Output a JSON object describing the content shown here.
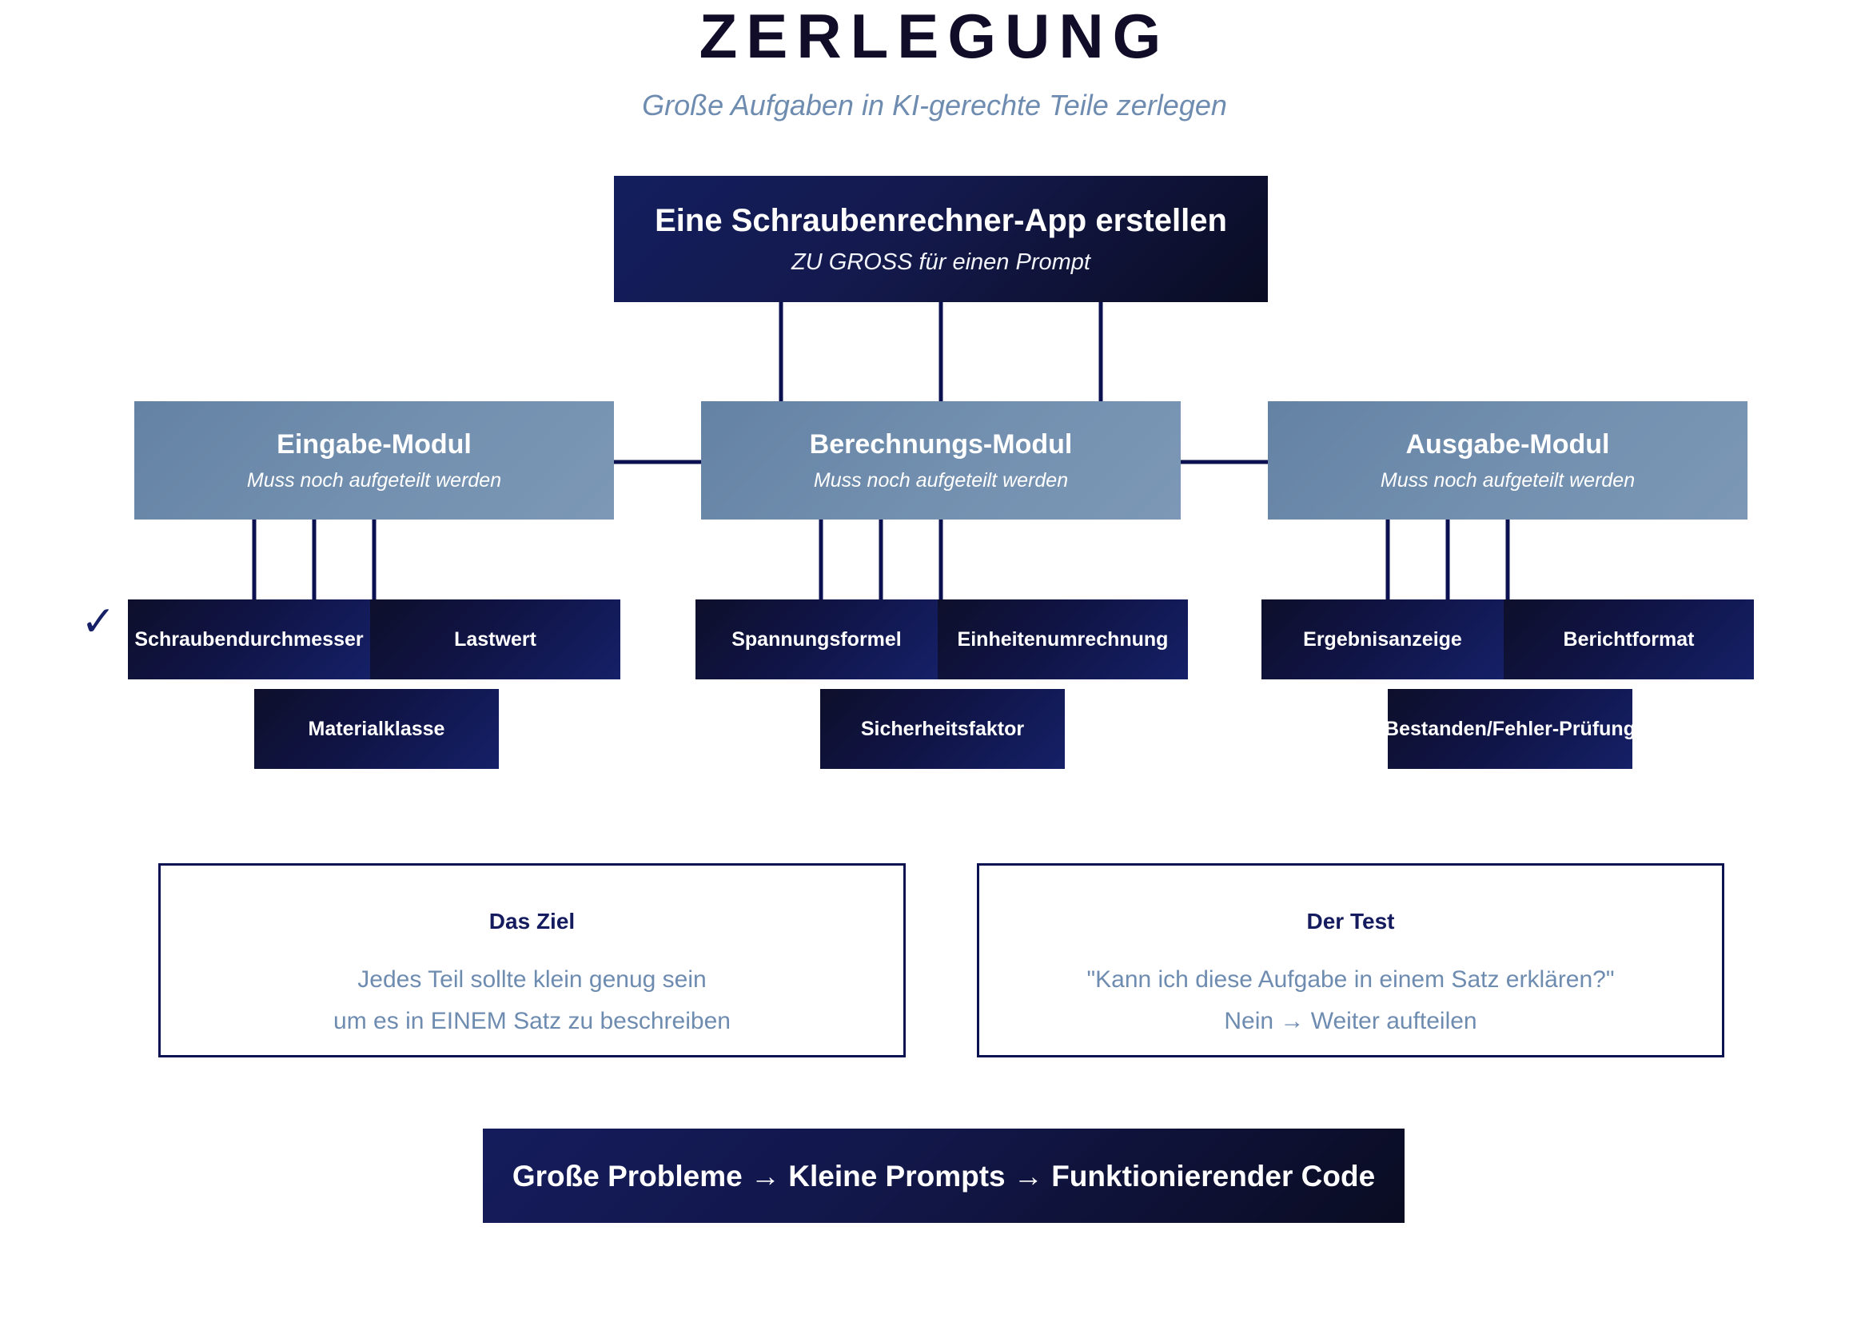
{
  "header": {
    "title": "ZERLEGUNG",
    "subtitle": "Große Aufgaben in KI-gerechte Teile zerlegen"
  },
  "root": {
    "title": "Eine Schraubenrechner-App erstellen",
    "subtitle": "ZU GROSS für einen Prompt"
  },
  "modules": [
    {
      "title": "Eingabe-Modul",
      "subtitle": "Muss noch aufgeteilt werden",
      "leaves_row1": [
        "Schraubendurchmesser",
        "Lastwert"
      ],
      "leaves_row2": [
        "Materialklasse"
      ]
    },
    {
      "title": "Berechnungs-Modul",
      "subtitle": "Muss noch aufgeteilt werden",
      "leaves_row1": [
        "Spannungsformel",
        "Einheitenumrechnung"
      ],
      "leaves_row2": [
        "Sicherheitsfaktor"
      ]
    },
    {
      "title": "Ausgabe-Modul",
      "subtitle": "Muss noch aufgeteilt werden",
      "leaves_row1": [
        "Ergebnisanzeige",
        "Berichtformat"
      ],
      "leaves_row2": [
        "Bestanden/Fehler-Prüfung"
      ]
    }
  ],
  "marker": {
    "check": "✓"
  },
  "info_panels": [
    {
      "heading": "Das Ziel",
      "line1": "Jedes Teil sollte klein genug sein",
      "line2": "um es in EINEM Satz zu beschreiben"
    },
    {
      "heading": "Der Test",
      "line1": "\"Kann ich diese Aufgabe in einem Satz erklären?\"",
      "line2": "Nein → Weiter aufteilen"
    }
  ],
  "summary": {
    "text": "Große Probleme → Kleine Prompts → Funktionierender Code"
  },
  "colors": {
    "navy_dark": "#0b1350",
    "navy_title": "#110d28",
    "steel_blue": "#6e8bb0",
    "module_fill": "#7390b0",
    "leaf_fill": "#101445",
    "white": "#ffffff"
  }
}
